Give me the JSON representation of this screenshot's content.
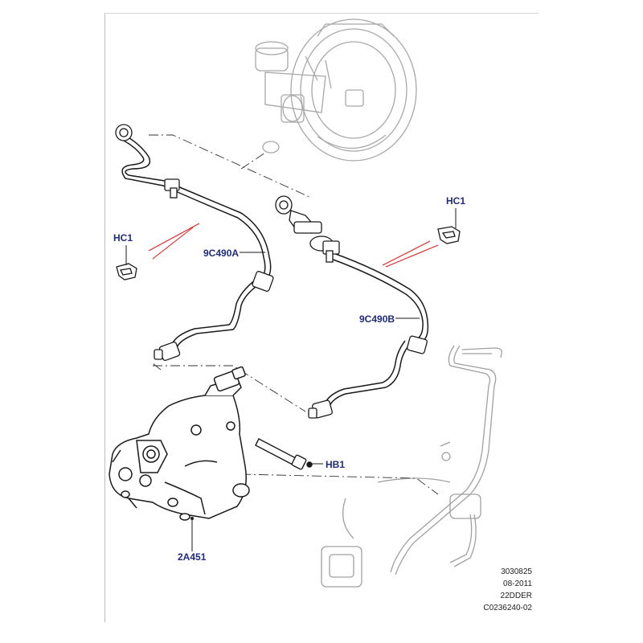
{
  "callouts": {
    "hc1_left": "HC1",
    "hc1_right": "HC1",
    "hose_a": "9C490A",
    "hose_b": "9C490B",
    "bolt": "HB1",
    "pump": "2A451"
  },
  "reference": {
    "line1": "3030825",
    "line2": "08-2011",
    "line3": "22DDER",
    "line4": "C0236240-02"
  },
  "colors": {
    "callout_text": "#1f2a80",
    "highlight_line": "#e02020",
    "part_line": "#1a1a1a",
    "ghost_line": "#9a9a9a"
  }
}
